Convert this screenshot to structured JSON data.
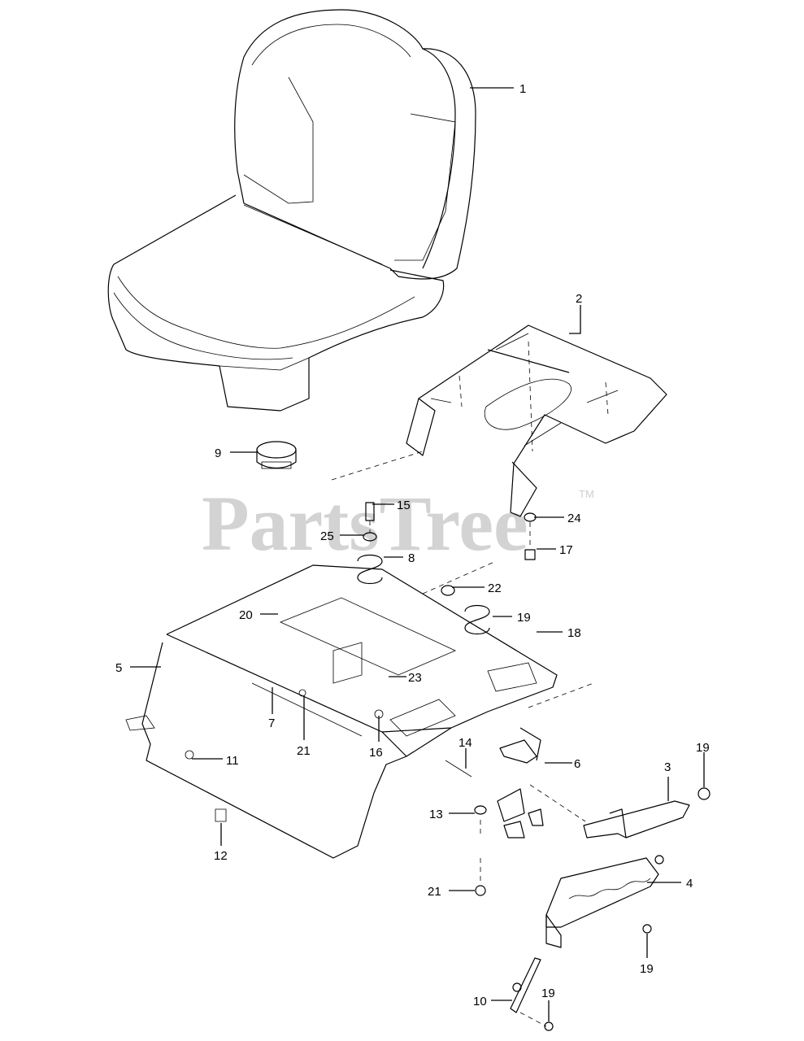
{
  "watermark": {
    "text": "PartsTree",
    "trademark": "TM"
  },
  "callouts": [
    {
      "id": "c1",
      "label": "1"
    },
    {
      "id": "c2",
      "label": "2"
    },
    {
      "id": "c9",
      "label": "9"
    },
    {
      "id": "c15",
      "label": "15"
    },
    {
      "id": "c25",
      "label": "25"
    },
    {
      "id": "c8",
      "label": "8"
    },
    {
      "id": "c24",
      "label": "24"
    },
    {
      "id": "c17",
      "label": "17"
    },
    {
      "id": "c22",
      "label": "22"
    },
    {
      "id": "c20",
      "label": "20"
    },
    {
      "id": "c19a",
      "label": "19"
    },
    {
      "id": "c18",
      "label": "18"
    },
    {
      "id": "c5",
      "label": "5"
    },
    {
      "id": "c23",
      "label": "23"
    },
    {
      "id": "c7",
      "label": "7"
    },
    {
      "id": "c21a",
      "label": "21"
    },
    {
      "id": "c16",
      "label": "16"
    },
    {
      "id": "c14",
      "label": "14"
    },
    {
      "id": "c11",
      "label": "11"
    },
    {
      "id": "c6",
      "label": "6"
    },
    {
      "id": "c19b",
      "label": "19"
    },
    {
      "id": "c3",
      "label": "3"
    },
    {
      "id": "c13",
      "label": "13"
    },
    {
      "id": "c12",
      "label": "12"
    },
    {
      "id": "c4",
      "label": "4"
    },
    {
      "id": "c21b",
      "label": "21"
    },
    {
      "id": "c19c",
      "label": "19"
    },
    {
      "id": "c10",
      "label": "10"
    },
    {
      "id": "c19d",
      "label": "19"
    }
  ]
}
